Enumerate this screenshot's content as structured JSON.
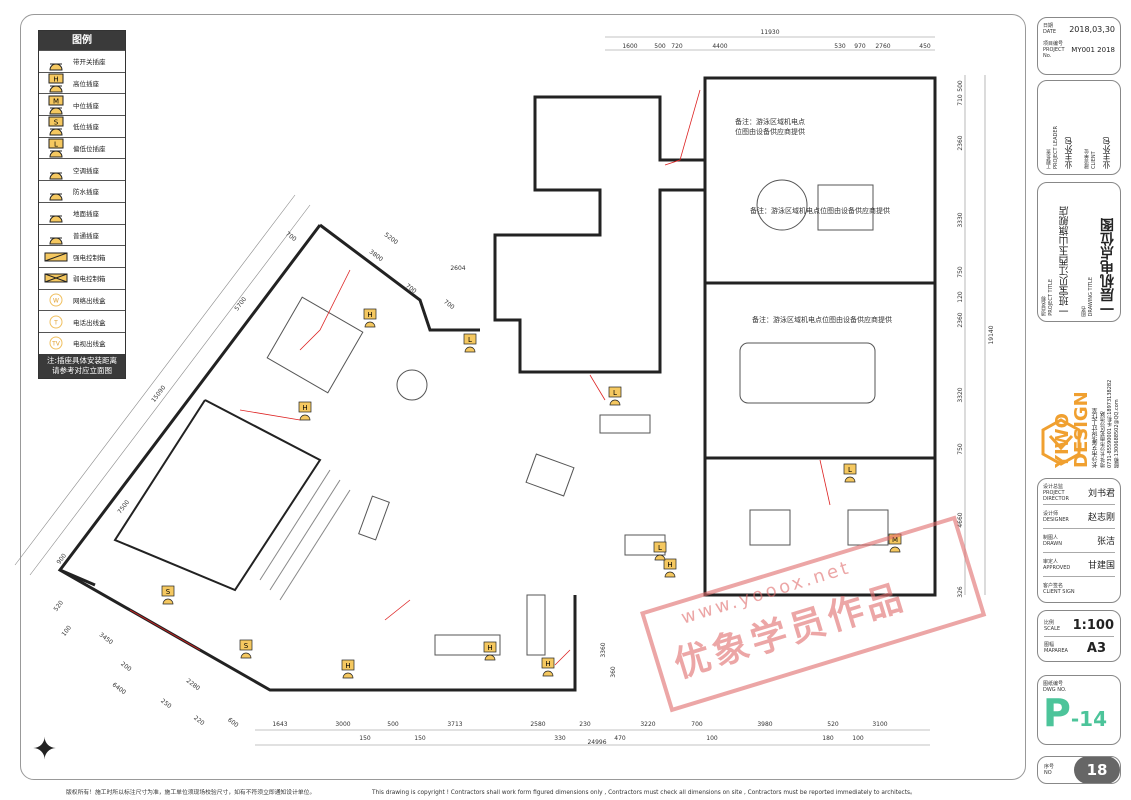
{
  "legend": {
    "title": "图例",
    "items": [
      {
        "icon": "switch-socket-icon",
        "tag": "",
        "label": "带开关插座"
      },
      {
        "icon": "high-socket-icon",
        "tag": "H",
        "label": "高位插座"
      },
      {
        "icon": "mid-socket-icon",
        "tag": "M",
        "label": "中位插座"
      },
      {
        "icon": "low-socket-icon",
        "tag": "S",
        "label": "低位插座"
      },
      {
        "icon": "lower-socket-icon",
        "tag": "L",
        "label": "偏低位插座"
      },
      {
        "icon": "ac-socket-icon",
        "tag": "",
        "label": "空调插座"
      },
      {
        "icon": "waterproof-socket-icon",
        "tag": "",
        "label": "防水插座"
      },
      {
        "icon": "floor-socket-icon",
        "tag": "",
        "label": "地面插座"
      },
      {
        "icon": "normal-socket-icon",
        "tag": "",
        "label": "普通插座"
      },
      {
        "icon": "strong-box-icon",
        "tag": "",
        "label": "强电控制箱"
      },
      {
        "icon": "weak-box-icon",
        "tag": "",
        "label": "弱电控制箱"
      },
      {
        "icon": "network-outlet-icon",
        "tag": "W",
        "label": "网络出线盒"
      },
      {
        "icon": "phone-outlet-icon",
        "tag": "T",
        "label": "电话出线盒"
      },
      {
        "icon": "tv-outlet-icon",
        "tag": "TV",
        "label": "电视出线盒"
      }
    ],
    "note_line1": "注:插座具体安装距离",
    "note_line2": "请参考对应立面图"
  },
  "plan": {
    "notes": [
      "备注：游泳区域机电点",
      "位图由设备供应商提供",
      "备注：游泳区域机电点位图由设备供应商提供",
      "备注：游泳区域机电点位图由设备供应商提供"
    ],
    "top_total": "11930",
    "top_dims": [
      "1600",
      "500",
      "720",
      "4400",
      "530",
      "970",
      "2760",
      "450"
    ],
    "right_total": "19140",
    "right_dims": [
      "500",
      "710",
      "2360",
      "3330",
      "750",
      "120",
      "2360",
      "3320",
      "750",
      "4660",
      "326"
    ],
    "bottom_total": "24996",
    "bottom_dims": [
      "1643",
      "3000",
      "150",
      "500",
      "150",
      "3713",
      "2580",
      "330",
      "230",
      "470",
      "3220",
      "700",
      "100",
      "3980",
      "180",
      "520",
      "100",
      "3100"
    ],
    "left_dims": [
      "700",
      "5200",
      "3800",
      "700",
      "2604",
      "700",
      "5700",
      "15090",
      "7500",
      "900",
      "520",
      "100",
      "3450",
      "200",
      "6400",
      "250",
      "2280",
      "220",
      "600",
      "3360",
      "360"
    ],
    "tags": [
      "H",
      "L",
      "H",
      "L",
      "L",
      "H",
      "S",
      "S",
      "H",
      "H",
      "H",
      "M",
      "L"
    ]
  },
  "watermark": {
    "url": "www.yooox.net",
    "text": "优象学员作品"
  },
  "title_block": {
    "date_label": "日期",
    "date_label_en": "DATE",
    "date": "2018,03,30",
    "proj_no_label": "项目编号",
    "proj_no_label_en": "PROJECT No.",
    "proj_no": "MY001 2018",
    "leader_label": "工程负责",
    "leader_label_en": "PROJECT LEADER",
    "leader": "业主外包",
    "client_label": "建设单位",
    "client_label_en": "CLIENT",
    "client": "业主外包",
    "proj_title_label": "项目名称",
    "proj_title_label_en": "PROJECT TITLE",
    "proj_title": "一班宝贝江西玉山旗舰店",
    "drawing_title_label": "图名",
    "drawing_title_label_en": "DRAWING TITLE",
    "drawing_title": "一层机电点位图",
    "brand1": "YIWO",
    "brand2": "DESIGN",
    "brand_sub": "长沙市艺唯设计工作室",
    "brand_addr": "地址:长沙市雨花区沙湾路",
    "brand_tel": "0731-85590001 手机:18973138282",
    "brand_mail": "邮箱:1300688502@QQ.com",
    "director_label": "设计总监",
    "director_label_en": "PROJECT DIRECTOR",
    "director": "刘书君",
    "designer_label": "设计师",
    "designer_label_en": "DESIGNER",
    "designer": "赵志刚",
    "drawn_label": "制图人",
    "drawn_label_en": "DRAWN",
    "drawn": "张洁",
    "approved_label": "审定人",
    "approved_label_en": "APPROVED",
    "approved": "甘建国",
    "client_sign_label": "客户签名",
    "client_sign_label_en": "CLIENT SIGN",
    "scale_label": "比例",
    "scale_label_en": "SCALE",
    "scale": "1:100",
    "area_label": "图幅",
    "area_label_en": "MAPAREA",
    "area": "A3",
    "dwg_label": "图纸编号",
    "dwg_label_en": "DWG NO.",
    "dwg_p": "P",
    "dwg_n": "-14",
    "seq_label": "序号",
    "seq_label_en": "NO",
    "seq": "18"
  },
  "footer": {
    "cn": "版权所有！施工时所以标注尺寸为准，施工单位须现场校验尺寸，如有不符须立即通知设计单位。",
    "en": "This drawing is copyright ! Contractors shall work form figured dimensions only , Contractors must check all dimensions on site , Contractors must be reported immediately to architects。"
  },
  "colors": {
    "accent": "#f0a030",
    "socket_fill": "#f5c860",
    "green": "#4cc49a",
    "watermark": "#e06a6a"
  }
}
